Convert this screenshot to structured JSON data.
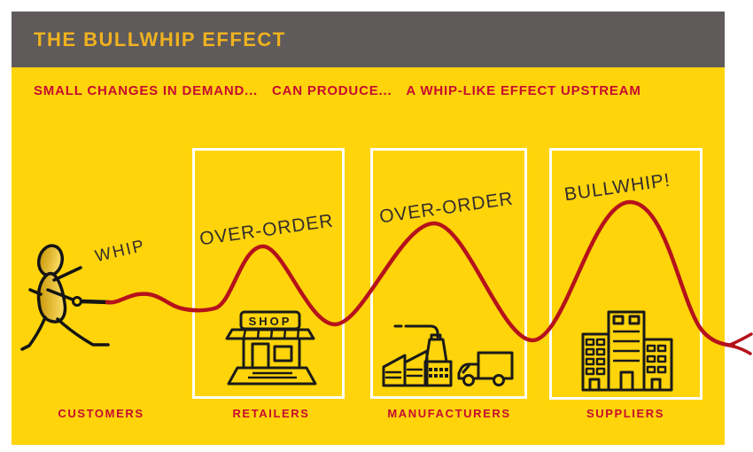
{
  "header": {
    "title": "THE BULLWHIP EFFECT"
  },
  "subtitle": {
    "part1": "SMALL CHANGES IN DEMAND...",
    "part2": "CAN PRODUCE...",
    "part3": "A WHIP-LIKE EFFECT UPSTREAM"
  },
  "stages": [
    {
      "id": "customers",
      "label": "CUSTOMERS",
      "annotation": "WHIP",
      "icon": "stick-figure-icon"
    },
    {
      "id": "retailers",
      "label": "RETAILERS",
      "annotation": "OVER-ORDER",
      "icon": "shop-icon",
      "shop_sign": "SHOP"
    },
    {
      "id": "manufacturers",
      "label": "MANUFACTURERS",
      "annotation": "OVER-ORDER",
      "icon": "factory-truck-icon"
    },
    {
      "id": "suppliers",
      "label": "SUPPLIERS",
      "annotation": "BULLWHIP!",
      "icon": "buildings-icon"
    }
  ],
  "colors": {
    "header_bg": "#5F5B5B",
    "canvas_bg": "#FFD40A",
    "title_text": "#F0B21E",
    "red_text": "#C60C30",
    "whip_red": "#B5121B",
    "icon_black": "#1A1A1A",
    "box_border": "#FFFFFF"
  }
}
